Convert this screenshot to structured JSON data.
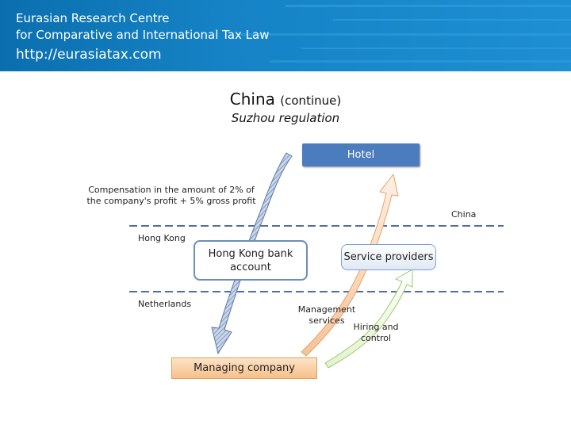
{
  "header": {
    "line1": "Eurasian Research Centre",
    "line2": "for Comparative and International Tax Law",
    "url": "http://eurasiatax.com"
  },
  "title": {
    "main": "China",
    "continue": "(continue)",
    "subtitle": "Suzhou regulation"
  },
  "nodes": {
    "hotel": "Hotel",
    "hk_bank": "Hong Kong bank account",
    "service_providers": "Service providers",
    "managing_company": "Managing company"
  },
  "jurisdictions": {
    "china": "China",
    "hong_kong": "Hong Kong",
    "netherlands": "Netherlands"
  },
  "edges": {
    "compensation": "Compensation in the amount of 2% of the company's profit + 5% gross profit",
    "management_services": "Management services",
    "hiring": "Hiring and control"
  },
  "colors": {
    "banner": "#1583c6",
    "hotel": "#4a7cbe",
    "managing": "#f7c08a",
    "dash": "#4f6fa5"
  }
}
